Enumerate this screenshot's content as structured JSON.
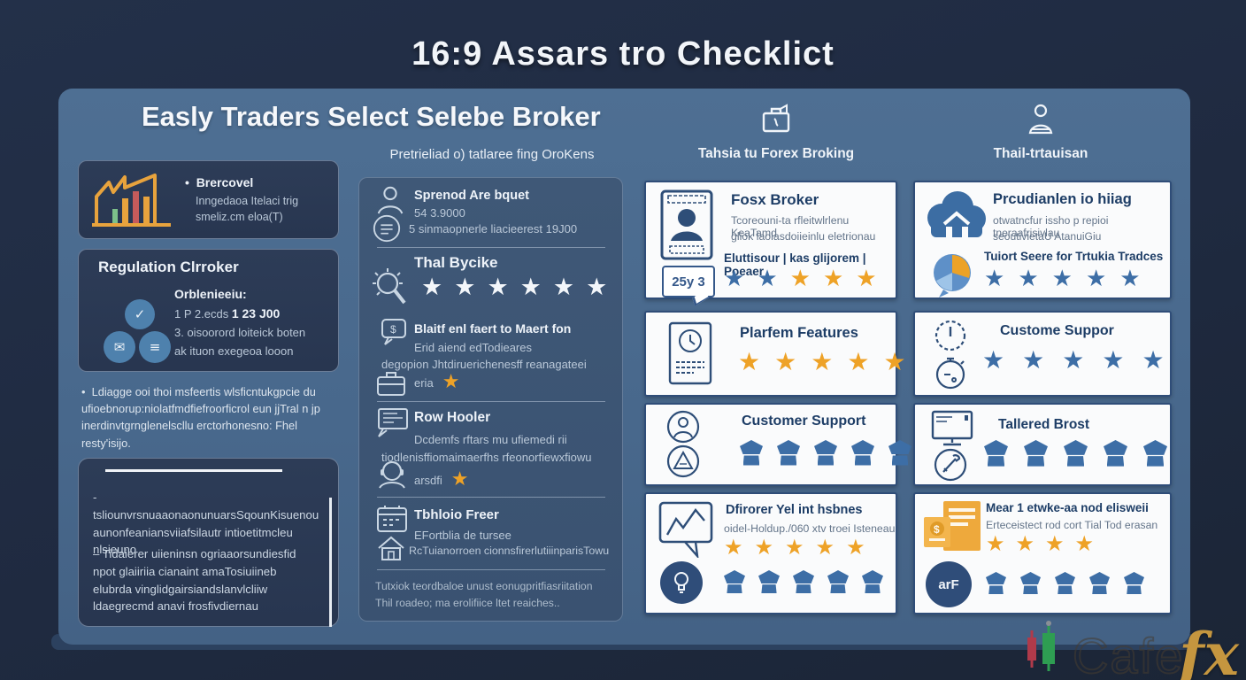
{
  "title": "16:9 Assars tro Checklict",
  "colors": {
    "orange": "#eea227",
    "blue": "#3d6ea6",
    "white": "#f3f6fa"
  },
  "panel": {
    "header": "Easly Traders Select Selebe Broker",
    "subheader": "Pretrieliad o) tatlaree fing OroKens",
    "col_a_header": "Tahsia tu Forex Broking",
    "col_b_header": "Thail-trtauisan"
  },
  "left": {
    "card1": {
      "title": "Brercovel",
      "line1": "Inngedaoa Itelaci trig",
      "line2": "smeliz.cm eloa(T)"
    },
    "card2": {
      "title": "Regulation Clrroker",
      "subtitle": "Orblenieeiu:",
      "line1_normal": "1 P 2.ecds ",
      "line1_bold": "1 23 J00",
      "line2": "3. oisoorord loiteick boten",
      "line3": "ak ituon exegeoa looon",
      "badge1_glyph": "✓",
      "badge2_glyph": "✉",
      "badge3_glyph": "≡"
    },
    "bullet": "Ldiagge ooi thoi msfeertis wlsficntukgpcie du ufioebnorup:niolatfmdfiefroorficrol eun jjTral n jp inerdinvtgrnglenelscllu erctorhonesno: Fhel resty'isijo.",
    "quote_para1": "-tsliounvrsnuaaonaonunuarsSqounKisuenou aunonfeaniansviiafsilautr intioetitmcleu nlsieuno",
    "quote_para2": "–  Tidaierer uiieninsn ogriaaorsundiesfid npot glaiiriia cianaint amaTosiuiineb elubrda vinglidgairsiandslanvlcliiw ldaegrecmd anavi frosfivdiernau"
  },
  "middle": {
    "s1_title": "Sprenod Are bquet",
    "s1_line1": "54 3.9000",
    "s1_line2": "5 sinmaopnerle liacieerest 19J00",
    "s2_title": "Thal Bycike",
    "s2_stars": [
      "white",
      "white",
      "white",
      "white",
      "white",
      "white"
    ],
    "s3_title": "Blaitf enl faert to Maert fon",
    "s3_line1": "Erid aiend edTodieares",
    "s3_line2": "degopion Jhtdiruerichenesff reanagateei",
    "s3_line3": "eria",
    "s3_star": [
      "orange"
    ],
    "s4_title": "Row Hooler",
    "s4_line1": "Dcdemfs rftars mu ufiemedi rii",
    "s4_line2": "tiodlenisffiomaimaerfhs rfeonorfiewxfiowu",
    "s4_line3": "arsdfi",
    "s4_star": [
      "orange"
    ],
    "s5_title": "Tbhloio Freer",
    "s5_line1": "EFortblia de tursee",
    "s5_line2": "RcTuianorroen cionnsfirerlutiiinparisTowu",
    "footer": "Tutxiok teordbaloe unust eonugpritfiasriitation Thil roadeo; ma erolifiice ltet reaiches.."
  },
  "col_a": {
    "card1": {
      "title": "Fosx Broker",
      "line1": "Tcoreouni-ta rfleitwlrlenu KeaTamd",
      "line2": "gliok laolasdoiieinlu eletrionau",
      "badge": "25y 3",
      "bold_line": "Eluttisour | kas glijorem | Poeaer",
      "stars": [
        "blue",
        "blue",
        "orange",
        "orange",
        "orange"
      ]
    },
    "card2": {
      "title": "Plarfem Features",
      "stars": [
        "orange",
        "orange",
        "orange",
        "orange",
        "orange"
      ]
    },
    "card3": {
      "title": "Customer Support",
      "trophies": [
        "blue",
        "blue",
        "blue",
        "blue",
        "blue"
      ]
    },
    "card4": {
      "title": "Dfirorer Yel int hsbnes",
      "subtitle": "oidel-Holdup./060 xtv troei Isteneau",
      "stars": [
        "orange",
        "orange",
        "orange",
        "orange",
        "orange"
      ],
      "trophies": [
        "blue",
        "blue",
        "blue",
        "blue",
        "blue"
      ]
    }
  },
  "col_b": {
    "card1": {
      "title": "Prcudianlen io hiiag",
      "line1": "otwatncfur issho p repioi tneraafrisivlau",
      "line2": "seoutivietaU AtanuiGiu",
      "bold_line": "Tuiort Seere for Trtukia Tradces",
      "stars": [
        "blue",
        "blue",
        "blue",
        "blue",
        "blue"
      ]
    },
    "card2": {
      "title": "Custome Suppor",
      "stars": [
        "blue",
        "blue",
        "blue",
        "blue",
        "blue"
      ]
    },
    "card3": {
      "title": "Tallered Brost",
      "trophies": [
        "blue",
        "blue",
        "blue",
        "blue",
        "blue"
      ]
    },
    "card4": {
      "title": "Mear 1 etwke-aa nod elisweii",
      "subtitle": "Erteceistect rod cort Tial Tod erasan",
      "stars": [
        "orange",
        "orange",
        "orange",
        "orange"
      ],
      "badge": "arF",
      "trophies": [
        "blue",
        "blue",
        "blue",
        "blue",
        "blue"
      ]
    }
  },
  "watermark": {
    "cafe": "Cafe",
    "fx": "fx"
  }
}
